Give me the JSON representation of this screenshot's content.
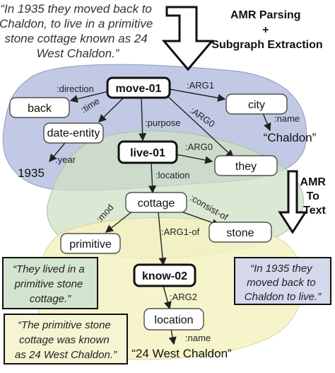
{
  "title_quote": {
    "lines": [
      "“In 1935 they moved back to",
      "Chaldon, to live in a primitive",
      "stone cottage known as 24",
      "West Chaldon.”"
    ]
  },
  "steps": {
    "parse": [
      "AMR Parsing",
      "+",
      "Subgraph Extraction"
    ],
    "to_text": [
      "AMR",
      "To",
      "Text"
    ]
  },
  "nodes": {
    "move": "move-01",
    "back": "back",
    "city": "city",
    "date_entity": "date-entity",
    "live": "live-01",
    "they": "they",
    "cottage": "cottage",
    "primitive": "primitive",
    "stone": "stone",
    "know": "know-02",
    "location": "location"
  },
  "edges": {
    "direction": ":direction",
    "time": ":time",
    "arg1_move": ":ARG1",
    "arg0_move": ":ARG0",
    "purpose": ":purpose",
    "name_city": ":name",
    "year": ":year",
    "arg0_live": ":ARG0",
    "location_live": ":location",
    "mod": ":mod",
    "consist_of": ":consist-of",
    "arg1_of": ":ARG1-of",
    "arg2": ":ARG2",
    "name_location": ":name"
  },
  "values": {
    "chaldon": "“Chaldon”",
    "year": "1935",
    "west_chaldon": "“24 West Chaldon”"
  },
  "outputs": {
    "green": [
      "“They lived in a",
      "primitive stone",
      "cottage.”"
    ],
    "blue": [
      "“In 1935 they",
      "moved back to",
      "Chaldon to live.”"
    ],
    "yellow": [
      "“The primitive stone",
      "cottage was known",
      "as 24 West Chaldon.”"
    ]
  },
  "colors": {
    "blue_region": "#b7bfdf",
    "green_region": "#cfe0c4",
    "yellow_region": "#f4f2c2",
    "green_box": "#d3e4cf",
    "blue_box": "#d4d9ec",
    "yellow_box": "#f6f4d2"
  }
}
